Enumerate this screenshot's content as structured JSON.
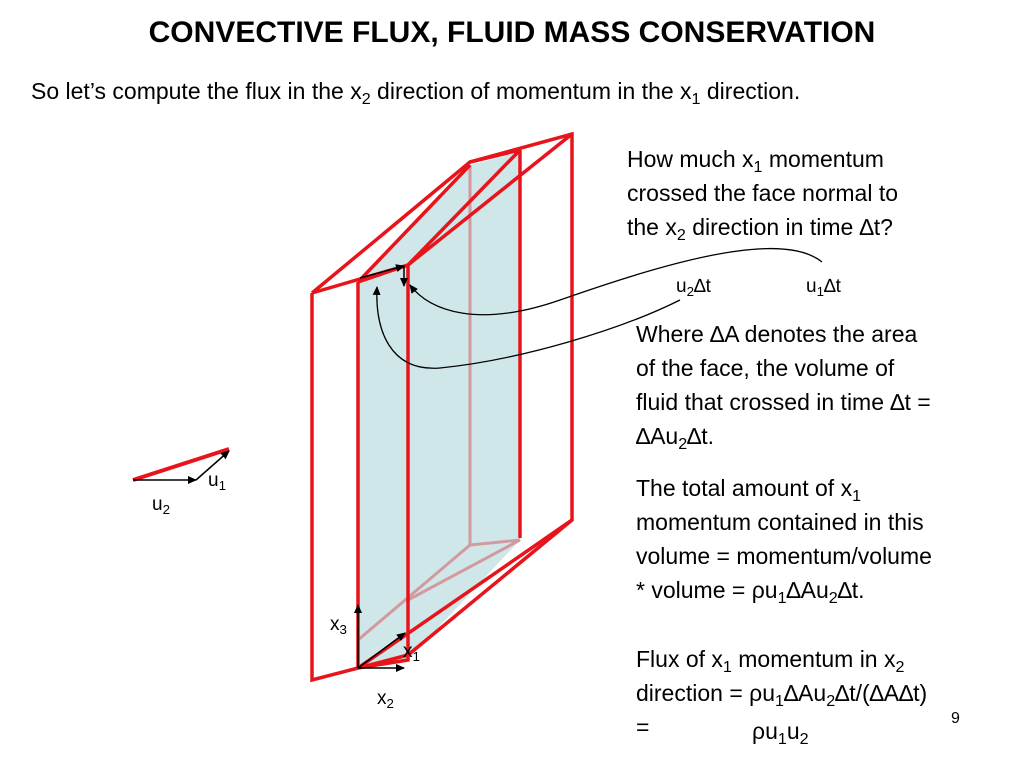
{
  "title": "CONVECTIVE FLUX, FLUID MASS CONSERVATION",
  "subtitle": {
    "p1": "So let’s compute the flux in the x",
    "s1": "2",
    "p2": " direction of momentum in the x",
    "s2": "1",
    "p3": " direction."
  },
  "question": {
    "l1a": "How much x",
    "l1s": "1",
    "l1b": " momentum",
    "l2": "crossed the face normal to",
    "l3a": "the x",
    "l3s": "2",
    "l3b": " direction in time ∆t?"
  },
  "annotations": {
    "u2dt": {
      "a": "u",
      "s": "2",
      "b": "∆t"
    },
    "u1dt": {
      "a": "u",
      "s": "1",
      "b": "∆t"
    }
  },
  "where": {
    "l1": "Where ∆A denotes the area",
    "l2": "of the face, the volume of",
    "l3": "fluid that crossed in time ∆t =",
    "l4a": "∆Au",
    "l4s": "2",
    "l4b": "∆t."
  },
  "total": {
    "l1a": "The total amount of x",
    "l1s": "1",
    "l2": "momentum contained in this",
    "l3": "volume = momentum/volume",
    "l4a": "* volume = ρu",
    "l4s1": "1",
    "l4b": "∆Au",
    "l4s2": "2",
    "l4c": "∆t."
  },
  "flux": {
    "l1a": "Flux of x",
    "l1s1": "1",
    "l1b": " momentum in x",
    "l1s2": "2",
    "l2a": "direction = ρu",
    "l2s1": "1",
    "l2b": "∆Au",
    "l2s2": "2",
    "l2c": "∆t/(∆A∆t)",
    "l3": "="
  },
  "result": {
    "a": "ρu",
    "s1": "1",
    "b": "u",
    "s2": "2"
  },
  "velocity_labels": {
    "u1": {
      "a": "u",
      "s": "1"
    },
    "u2": {
      "a": "u",
      "s": "2"
    }
  },
  "axis_labels": {
    "x3": {
      "a": "x",
      "s": "3"
    },
    "x1": {
      "a": "x",
      "s": "1"
    },
    "x2": {
      "a": "x",
      "s": "2"
    }
  },
  "page_number": "9",
  "colors": {
    "box_edge": "#e8141c",
    "face_fill": "#cfe7e9",
    "arrow": "#000000"
  }
}
